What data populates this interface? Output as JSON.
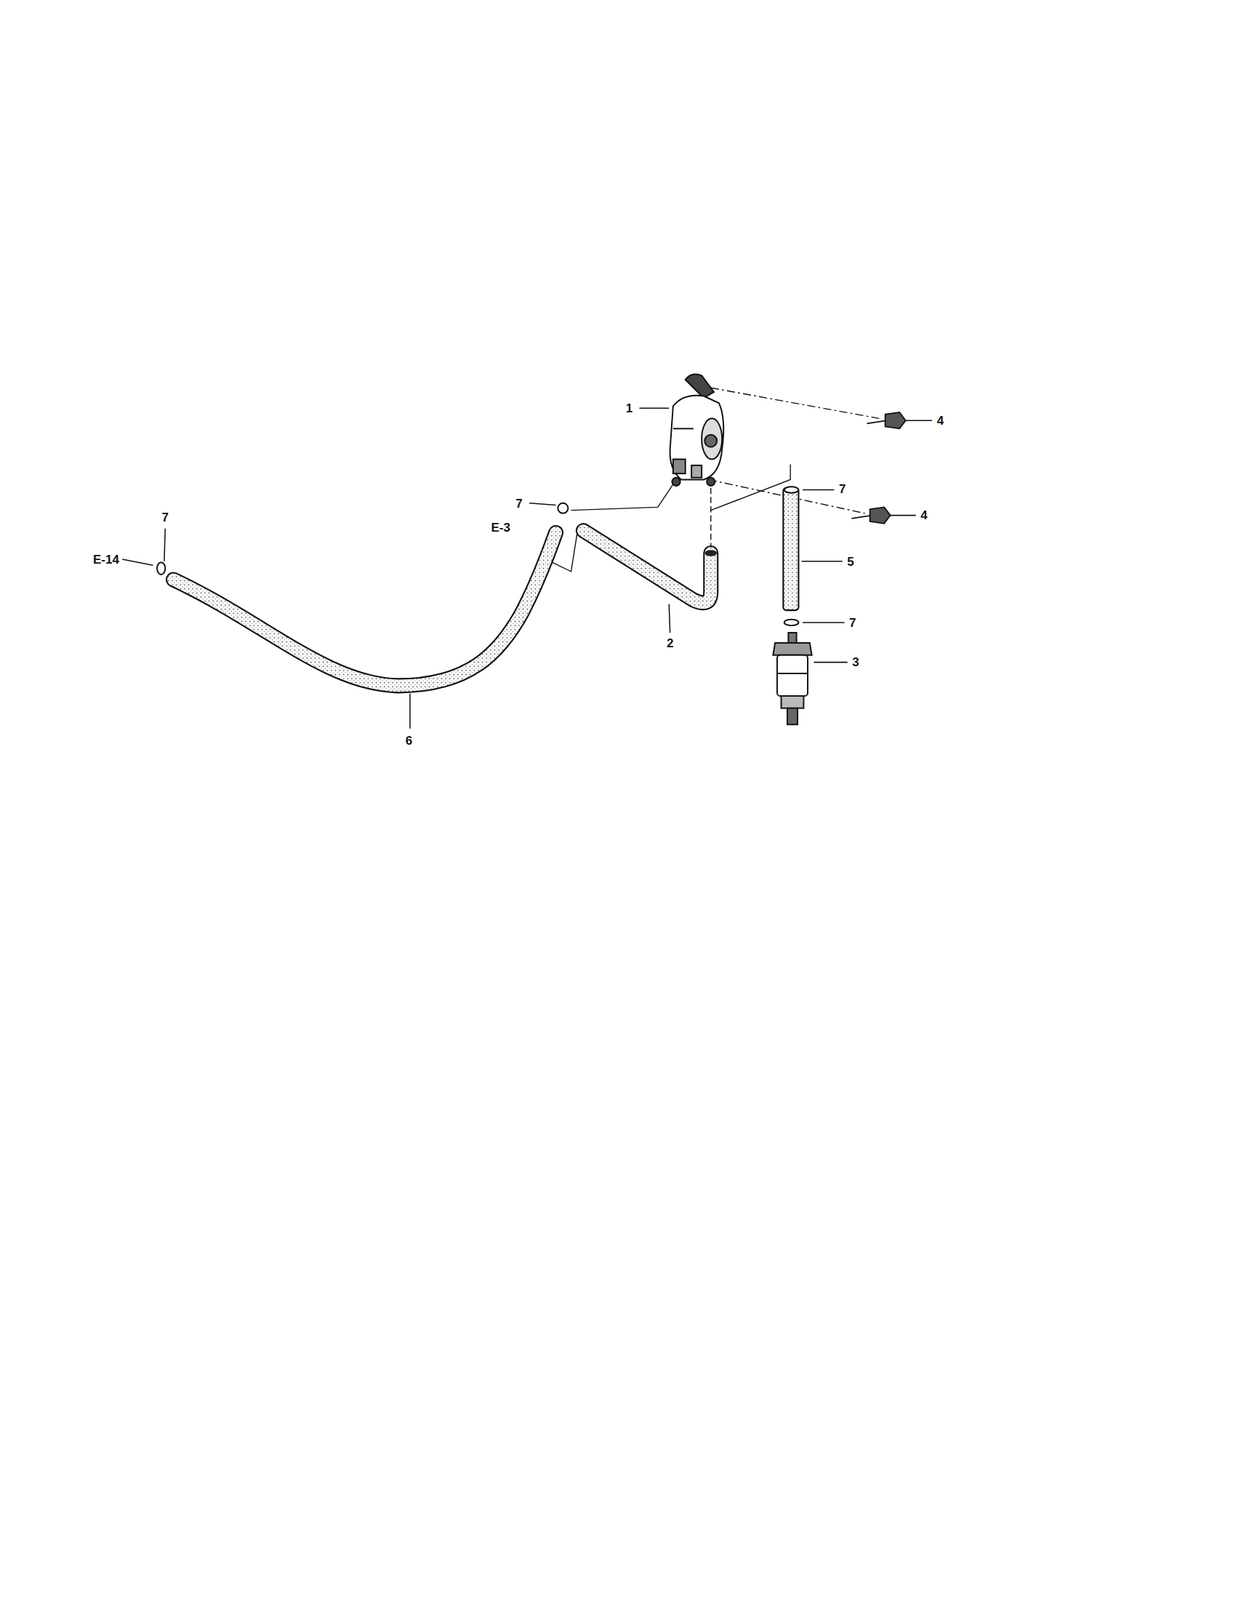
{
  "diagram": {
    "labels": [
      "1",
      "4",
      "7",
      "7",
      "4",
      "7",
      "E-3",
      "E-14",
      "5",
      "7",
      "2",
      "3",
      "6"
    ]
  }
}
